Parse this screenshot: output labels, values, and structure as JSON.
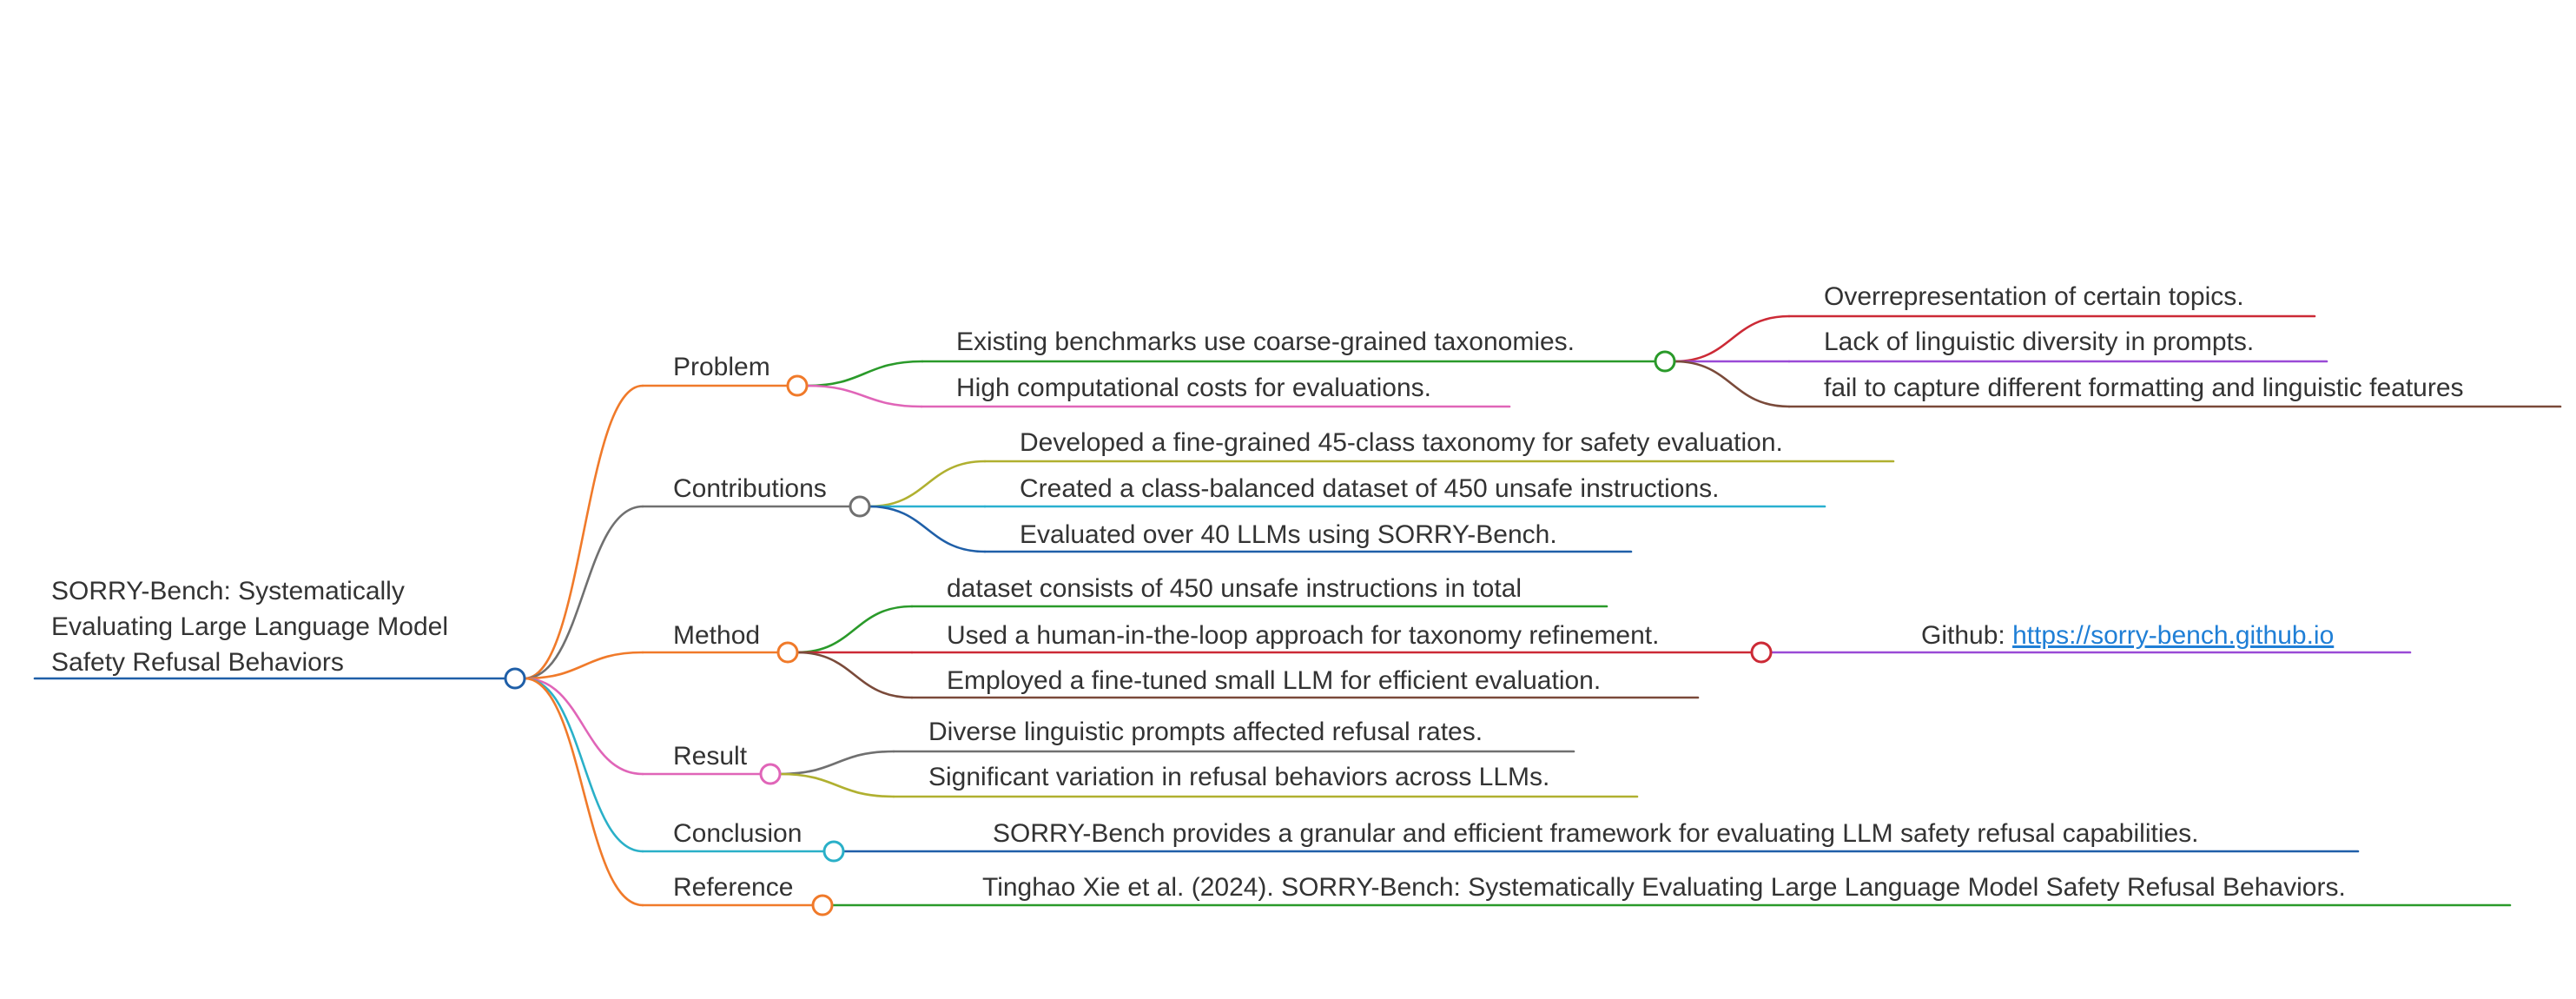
{
  "root": {
    "lines": [
      "SORRY-Bench: Systematically",
      "Evaluating Large Language Model",
      "Safety Refusal Behaviors"
    ],
    "color": "#1f5fa8"
  },
  "branches": [
    {
      "id": "problem",
      "label": "Problem",
      "color": "#f07a2a",
      "children": [
        {
          "id": "existing",
          "label": "Existing benchmarks use coarse-grained taxonomies.",
          "color": "#2a9a2a",
          "children": [
            {
              "id": "overrep",
              "label": "Overrepresentation of certain topics.",
              "color": "#cc2a36"
            },
            {
              "id": "lack",
              "label": "Lack of linguistic diversity in prompts.",
              "color": "#9a4ad6"
            },
            {
              "id": "fail",
              "label": "fail to capture different formatting and linguistic features",
              "color": "#7a4a3a"
            }
          ]
        },
        {
          "id": "highcost",
          "label": "High computational costs for evaluations.",
          "color": "#e065b8"
        }
      ]
    },
    {
      "id": "contributions",
      "label": "Contributions",
      "color": "#707070",
      "children": [
        {
          "id": "c1",
          "label": "Developed a fine-grained 45-class taxonomy for safety evaluation.",
          "color": "#b0b030"
        },
        {
          "id": "c2",
          "label": "Created a class-balanced dataset of 450 unsafe instructions.",
          "color": "#2ab0d0"
        },
        {
          "id": "c3",
          "label": "Evaluated over 40 LLMs using SORRY-Bench.",
          "color": "#1f5fa8"
        }
      ]
    },
    {
      "id": "method",
      "label": "Method",
      "color": "#f07a2a",
      "children": [
        {
          "id": "m1",
          "label": "dataset consists of 450 unsafe instructions in total",
          "color": "#2a9a2a"
        },
        {
          "id": "m2",
          "label": "Used a human-in-the-loop approach for taxonomy refinement.",
          "color": "#cc2a36",
          "children": [
            {
              "id": "github",
              "label": "Github: ",
              "link": "https://sorry-bench.github.io",
              "color": "#9a4ad6"
            }
          ]
        },
        {
          "id": "m3",
          "label": "Employed a fine-tuned small LLM for efficient evaluation.",
          "color": "#7a4a3a"
        }
      ]
    },
    {
      "id": "result",
      "label": "Result",
      "color": "#e065b8",
      "children": [
        {
          "id": "r1",
          "label": "Diverse linguistic prompts affected refusal rates.",
          "color": "#707070"
        },
        {
          "id": "r2",
          "label": "Significant variation in refusal behaviors across LLMs.",
          "color": "#b0b030"
        }
      ]
    },
    {
      "id": "conclusion",
      "label": "Conclusion",
      "color": "#2ab0c8",
      "children": [
        {
          "id": "cc1",
          "label": "SORRY-Bench provides a granular and efficient framework for evaluating LLM safety refusal capabilities.",
          "color": "#1f5fa8"
        }
      ]
    },
    {
      "id": "reference",
      "label": "Reference",
      "color": "#f07a2a",
      "children": [
        {
          "id": "ref1",
          "label": "Tinghao Xie et al. (2024). SORRY-Bench: Systematically Evaluating Large Language Model Safety Refusal Behaviors.",
          "color": "#2a9a2a"
        }
      ]
    }
  ]
}
